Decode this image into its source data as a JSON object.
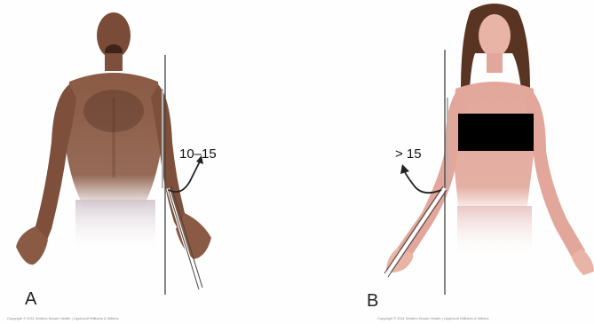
{
  "panels": [
    {
      "letter": "A",
      "angle_label": "10–15",
      "copyright": "Copyright © 2011 Wolters Kluwer Health | Lippincott Williams & Wilkins"
    },
    {
      "letter": "B",
      "angle_label": "> 15",
      "copyright": "Copyright © 2011 Wolters Kluwer Health | Lippincott Williams & Wilkins"
    }
  ],
  "colors": {
    "skin_a": "#8a5a44",
    "skin_a_dark": "#5e3a2a",
    "skin_b": "#e2a79a",
    "skin_b_dark": "#c98475",
    "hair_b": "#5a3422",
    "line": "#444444",
    "censor": "#000000"
  },
  "icons": {
    "arrow": "curved-arrow-icon"
  }
}
